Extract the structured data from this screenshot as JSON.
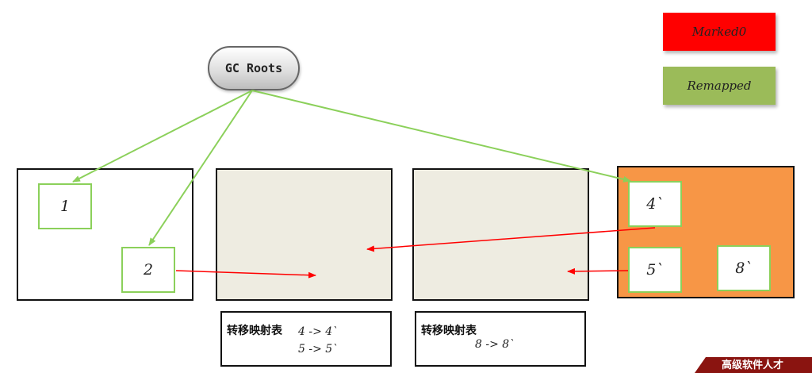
{
  "gc_roots": {
    "label": "GC Roots"
  },
  "legend": {
    "marked0": {
      "label": "Marked0",
      "color": "#ff0000"
    },
    "remapped": {
      "label": "Remapped",
      "color": "#9bbb59"
    }
  },
  "regions": {
    "region1": {
      "objects": [
        "1",
        "2"
      ]
    },
    "region2": {},
    "region3": {},
    "region4": {
      "color": "#f79646",
      "objects": [
        "4`",
        "5`",
        "8`"
      ]
    }
  },
  "forward_tables": [
    {
      "title": "转移映射表",
      "rows": [
        "4 -> 4`",
        "5 -> 5`"
      ]
    },
    {
      "title": "转移映射表",
      "rows": [
        "8 -> 8`"
      ]
    }
  ],
  "banner": {
    "text": "高级软件人才"
  },
  "colors": {
    "reference_arrow": "#8bd05a",
    "forward_arrow": "#ff0000",
    "region_empty": "#eeece1"
  }
}
